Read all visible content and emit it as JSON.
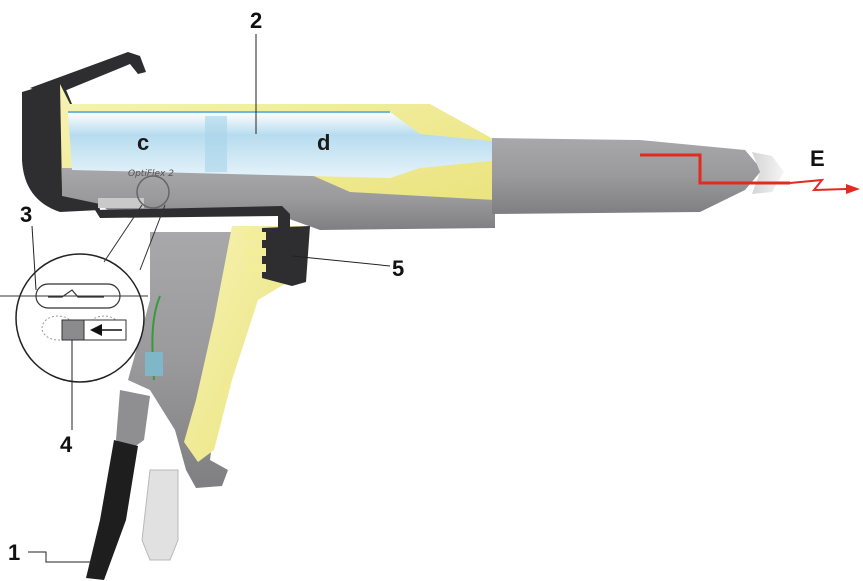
{
  "callouts": {
    "c1": "1",
    "c2": "2",
    "c3": "3",
    "c4": "4",
    "c5": "5",
    "e": "E"
  },
  "chambers": {
    "c": "c",
    "d": "d"
  },
  "brand_text": "OptiFlex 2",
  "colors": {
    "yellow": "#f3ee9a",
    "gray": "#9a9a9c",
    "dark": "#2e2e30",
    "blue": "#c9e6f4",
    "red": "#e32a20"
  }
}
